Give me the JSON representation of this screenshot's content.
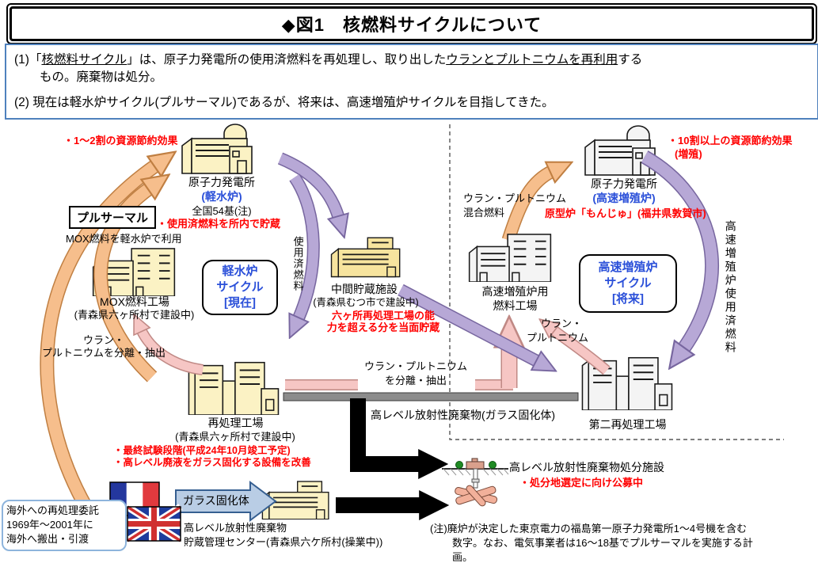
{
  "title": "◆図1　核燃料サイクルについて",
  "intro": {
    "p1_pre": "(1)「",
    "p1_u1": "核燃料サイクル",
    "p1_mid": "」は、原子力発電所の使用済燃料を再処理し、取り出した",
    "p1_u2": "ウランとプルトニウムを再利用",
    "p1_post": "する",
    "p1_tail": "もの。廃棄物は処分。",
    "p2": "(2) 現在は軽水炉サイクル(プルサーマル)であるが、将来は、高速増殖炉サイクルを目指してきた。"
  },
  "lw": {
    "saving": "・1～2割の資源節約効果",
    "npp_name": "原子力発電所",
    "npp_type": "(軽水炉)",
    "npp_count": "全国54基(注)",
    "npp_note": "・使用済燃料を所内で貯蔵",
    "pluthermal": "プルサーマル",
    "pluthermal_desc": "MOX燃料を軽水炉で利用",
    "mox_name": "MOX燃料工場",
    "mox_loc": "(青森県六ヶ所村で建設中)",
    "cycle1": "軽水炉",
    "cycle2": "サイクル",
    "cycle3": "[現在]",
    "spent_fuel": "使用済燃料",
    "sep1": "ウラン・",
    "sep2": "プルトニウムを分離・抽出",
    "interim_name": "中間貯蔵施設",
    "interim_loc": "(青森県むつ市で建設中)",
    "interim_note1": "六ヶ所再処理工場の能",
    "interim_note2": "力を超える分を当面貯蔵",
    "repro_name": "再処理工場",
    "repro_loc": "(青森県六ヶ所村で建設中)",
    "repro_note1": "・最終試験段階(平成24年10月竣工予定)",
    "repro_note2": "・高レベル廃液をガラス固化する設備を改善"
  },
  "fb": {
    "saving1": "・10割以上の資源節約効果",
    "saving2": "(増殖)",
    "npp_name": "原子力発電所",
    "npp_type": "(高速増殖炉)",
    "npp_note": "原型炉「もんじゅ」(福井県敦賀市)",
    "mixed1": "ウラン・プルトニウム",
    "mixed2": "混合燃料",
    "factory1": "高速増殖炉用",
    "factory2": "燃料工場",
    "cycle1": "高速増殖炉",
    "cycle2": "サイクル",
    "cycle3": "[将来]",
    "upu1": "ウラン・",
    "upu2": "プルトニウム",
    "spent_fuel": "高速増殖炉使用済燃料",
    "second_repro": "第二再処理工場"
  },
  "bt": {
    "sep1": "ウラン・プルトニウム",
    "sep2": "を分離・抽出",
    "hlw": "高レベル放射性廃棄物(ガラス固化体)",
    "overseas1": "海外への再処理委託",
    "overseas2": "1969年～2001年に",
    "overseas3": "海外へ搬出・引渡",
    "glass": "ガラス固化体",
    "storage1": "高レベル放射性廃棄物",
    "storage2": "貯蔵管理センター(青森県六ケ所村(操業中))",
    "disposal_name": "高レベル放射性廃棄物処分施設",
    "disposal_note": "・処分地選定に向け公募中",
    "note1": "(注)廃炉が決定した東京電力の福島第一原子力発電所1～4号機を含む",
    "note2": "数字。なお、電気事業者は16～18基でプルサーマルを実施する計",
    "note3": "画。"
  },
  "colors": {
    "accent_blue": "#2B50D9",
    "note_red": "#FF0000",
    "intro_border": "#4F81BD",
    "arrow_orange": "#F6BE8C",
    "arrow_purple": "#B7A8D6",
    "arrow_pink": "#F6C6C4",
    "building_yellow": "#FBF2C4",
    "glass_arrow_fill": "#B9CDE5"
  }
}
